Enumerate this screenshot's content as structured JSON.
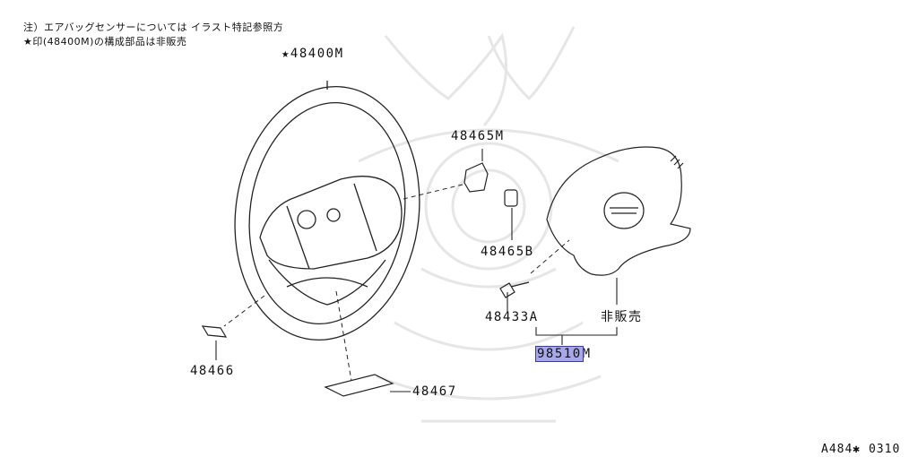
{
  "notes": {
    "line1": "注）エアバッグセンサーについては イラスト特記参照方",
    "line2": "★印(48400M)の構成部品は非販売"
  },
  "parts": {
    "p48400M": "★48400M",
    "p48465M": "48465M",
    "p48465B": "48465B",
    "p48433A": "48433A",
    "p48466": "48466",
    "p48467": "48467",
    "non_sale": "非販売",
    "p98510M_hl": "98510",
    "p98510M_rest": "M"
  },
  "reference": "A484✱ 0310",
  "colors": {
    "highlight": "#a8a8e8",
    "line": "#222222"
  }
}
